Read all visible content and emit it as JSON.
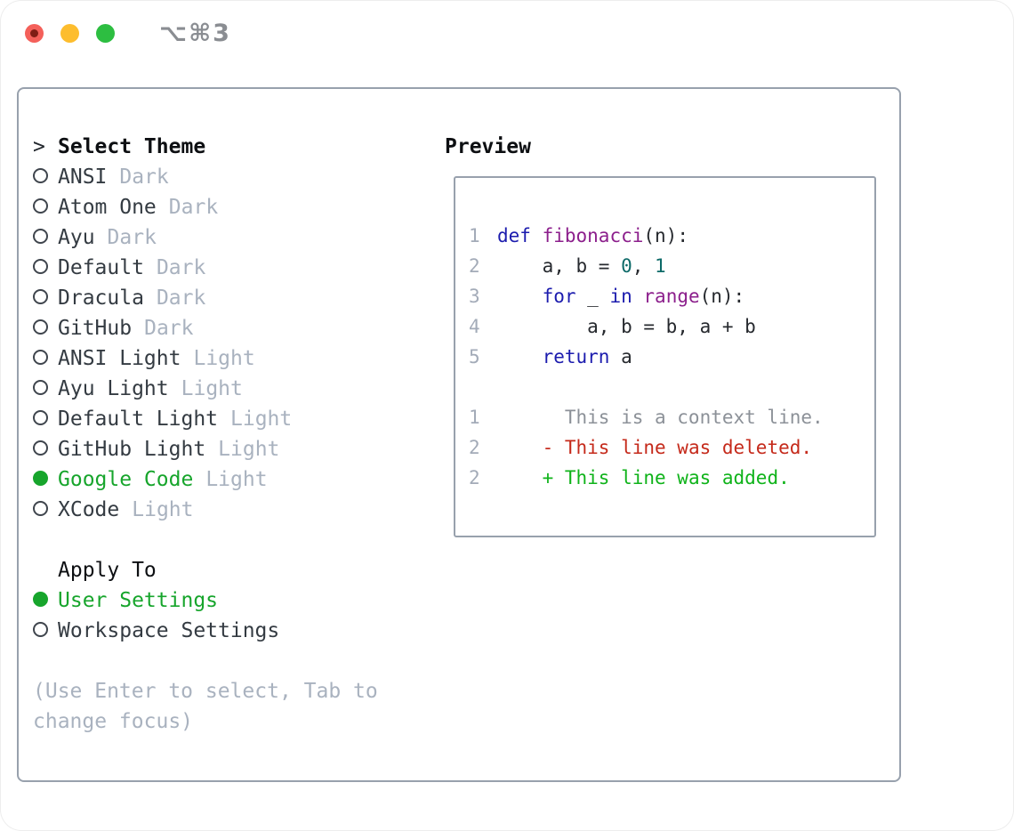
{
  "window": {
    "title": "⌥⌘3"
  },
  "traffic_lights": [
    {
      "name": "close",
      "color": "#f4605a"
    },
    {
      "name": "minimize",
      "color": "#fdbd2e"
    },
    {
      "name": "zoom",
      "color": "#2dbe41"
    }
  ],
  "theme_panel": {
    "prompt": ">",
    "header": "Select Theme",
    "items": [
      {
        "name": "ANSI",
        "variant": "Dark",
        "selected": false
      },
      {
        "name": "Atom One",
        "variant": "Dark",
        "selected": false
      },
      {
        "name": "Ayu",
        "variant": "Dark",
        "selected": false
      },
      {
        "name": "Default",
        "variant": "Dark",
        "selected": false
      },
      {
        "name": "Dracula",
        "variant": "Dark",
        "selected": false
      },
      {
        "name": "GitHub",
        "variant": "Dark",
        "selected": false
      },
      {
        "name": "ANSI Light",
        "variant": "Light",
        "selected": false
      },
      {
        "name": "Ayu Light",
        "variant": "Light",
        "selected": false
      },
      {
        "name": "Default Light",
        "variant": "Light",
        "selected": false
      },
      {
        "name": "GitHub Light",
        "variant": "Light",
        "selected": false
      },
      {
        "name": "Google Code",
        "variant": "Light",
        "selected": true
      },
      {
        "name": "XCode",
        "variant": "Light",
        "selected": false
      }
    ]
  },
  "apply_panel": {
    "header": "Apply To",
    "options": [
      {
        "label": "User Settings",
        "selected": true
      },
      {
        "label": "Workspace Settings",
        "selected": false
      }
    ]
  },
  "hint": {
    "line1": "(Use Enter to select, Tab to",
    "line2": "change focus)"
  },
  "preview": {
    "header": "Preview",
    "lines": [
      {
        "num": "1",
        "parts": [
          {
            "t": "def",
            "c": "kwd"
          },
          {
            "t": " ",
            "c": "pln"
          },
          {
            "t": "fibonacci",
            "c": "fn"
          },
          {
            "t": "(n):",
            "c": "pln"
          }
        ]
      },
      {
        "num": "2",
        "parts": [
          {
            "t": "    a, b = ",
            "c": "pln"
          },
          {
            "t": "0",
            "c": "num"
          },
          {
            "t": ", ",
            "c": "pln"
          },
          {
            "t": "1",
            "c": "num"
          }
        ]
      },
      {
        "num": "3",
        "parts": [
          {
            "t": "    ",
            "c": "pln"
          },
          {
            "t": "for",
            "c": "kwd"
          },
          {
            "t": " _ ",
            "c": "pln"
          },
          {
            "t": "in",
            "c": "kwd"
          },
          {
            "t": " ",
            "c": "pln"
          },
          {
            "t": "range",
            "c": "fn"
          },
          {
            "t": "(n):",
            "c": "pln"
          }
        ]
      },
      {
        "num": "4",
        "parts": [
          {
            "t": "        a, b = b, a + b",
            "c": "pln"
          }
        ]
      },
      {
        "num": "5",
        "parts": [
          {
            "t": "    ",
            "c": "pln"
          },
          {
            "t": "return",
            "c": "kwd"
          },
          {
            "t": " a",
            "c": "pln"
          }
        ]
      },
      {
        "num": "",
        "parts": []
      },
      {
        "num": "1",
        "parts": [
          {
            "t": "      This is a context line.",
            "c": "ctx"
          }
        ]
      },
      {
        "num": "2",
        "parts": [
          {
            "t": "    ",
            "c": "pln"
          },
          {
            "t": "- This line was deleted.",
            "c": "del"
          }
        ]
      },
      {
        "num": "2",
        "parts": [
          {
            "t": "    ",
            "c": "pln"
          },
          {
            "t": "+ This line was added.",
            "c": "add"
          }
        ]
      }
    ]
  },
  "colors": {
    "selection_green": "#17a52c",
    "diff_added_green": "#0fb31a",
    "diff_deleted_red": "#c52a1b",
    "keyword_blue": "#1c1cae",
    "function_purple": "#8c1f8c",
    "number_teal": "#0d6a68",
    "muted_gray": "#a9b2bf",
    "frame_border_gray": "#98a1ad"
  }
}
